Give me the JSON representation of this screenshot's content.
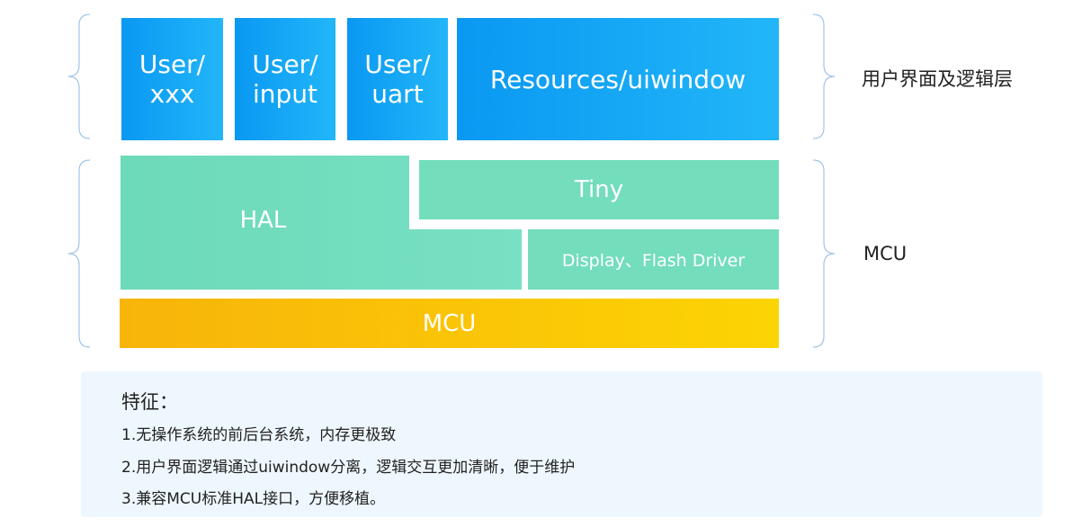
{
  "ui_layer": {
    "modules": [
      "User/\nxxx",
      "User/\ninput",
      "User/\nuart",
      "Resources/uiwindow"
    ],
    "label": "用户界面及逻辑层"
  },
  "mcu_layer": {
    "hal": "HAL",
    "tiny": "Tiny",
    "drivers": "Display、Flash Driver",
    "mcu": "MCU",
    "label": "MCU"
  },
  "features": {
    "title": "特征：",
    "items": [
      "1.无操作系统的前后台系统，内存更极致",
      "2.用户界面逻辑通过uiwindow分离，逻辑交互更加清晰，便于维护",
      "3.兼容MCU标准HAL接口，方便移植。"
    ]
  },
  "colors": {
    "blue_start": "#0a98f2",
    "blue_end": "#22b6f8",
    "green": "#73ddbc",
    "yellow_start": "#f8b40a",
    "yellow_end": "#fcd404",
    "panel": "#eef7fd"
  }
}
